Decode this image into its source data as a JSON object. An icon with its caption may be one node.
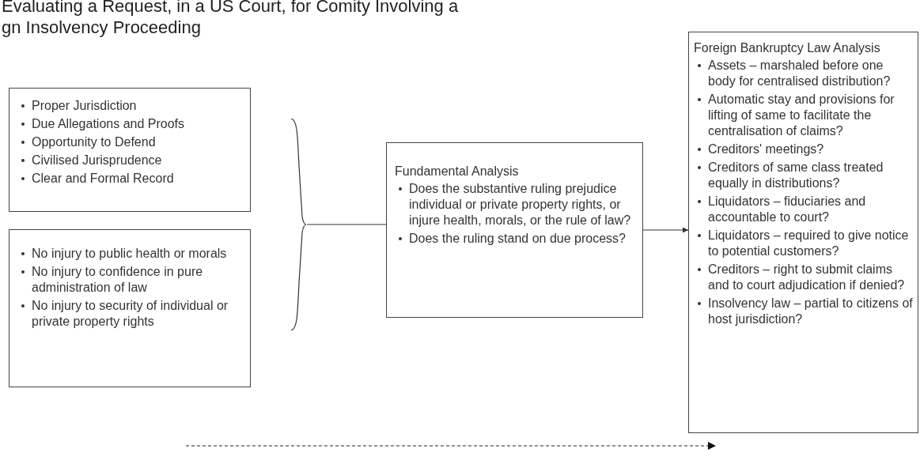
{
  "diagram": {
    "title": "Evaluating a Request, in a US Court, for Comity Involving a gn Insolvency Proceeding",
    "nodes": [
      {
        "text": [
          "Proper Jurisdiction",
          "Due Allegations and Proofs",
          "Opportunity to Defend",
          "Civilised Jurisprudence",
          "Clear and Formal Record"
        ]
      },
      {
        "text": [
          "No injury to public health or morals",
          "No injury to confidence in pure administration of law",
          "No injury to security of individual or private property rights"
        ]
      },
      {
        "text": [],
        "shape": "bracket"
      },
      {
        "text": [
          "Fundamental Analysis",
          "Does the substantive ruling prejudice individual or private property rights, or injure health, morals, or the rule of law?",
          "Does the ruling stand on due process?"
        ]
      },
      {
        "text": [
          "Foreign Bankruptcy Law Analysis",
          "Assets – marshaled before one body for centralised distribution?",
          "Automatic stay and provisions for lifting of same to facilitate the centralisation of claims?",
          "Creditors' meetings?",
          "Creditors of same class treated equally in distributions?",
          "Liquidators – fiduciaries and accountable to court?",
          "Liquidators – required to give notice to potential customers?",
          "Creditors – right to submit claims and to court adjudication if denied?",
          "Insolvency law – partial to citizens of host jurisdiction?"
        ]
      }
    ],
    "edges": [
      {
        "from": 2,
        "to": 3,
        "arrow": "none"
      },
      {
        "from": 3,
        "to": 4,
        "arrow": "to"
      }
    ]
  }
}
